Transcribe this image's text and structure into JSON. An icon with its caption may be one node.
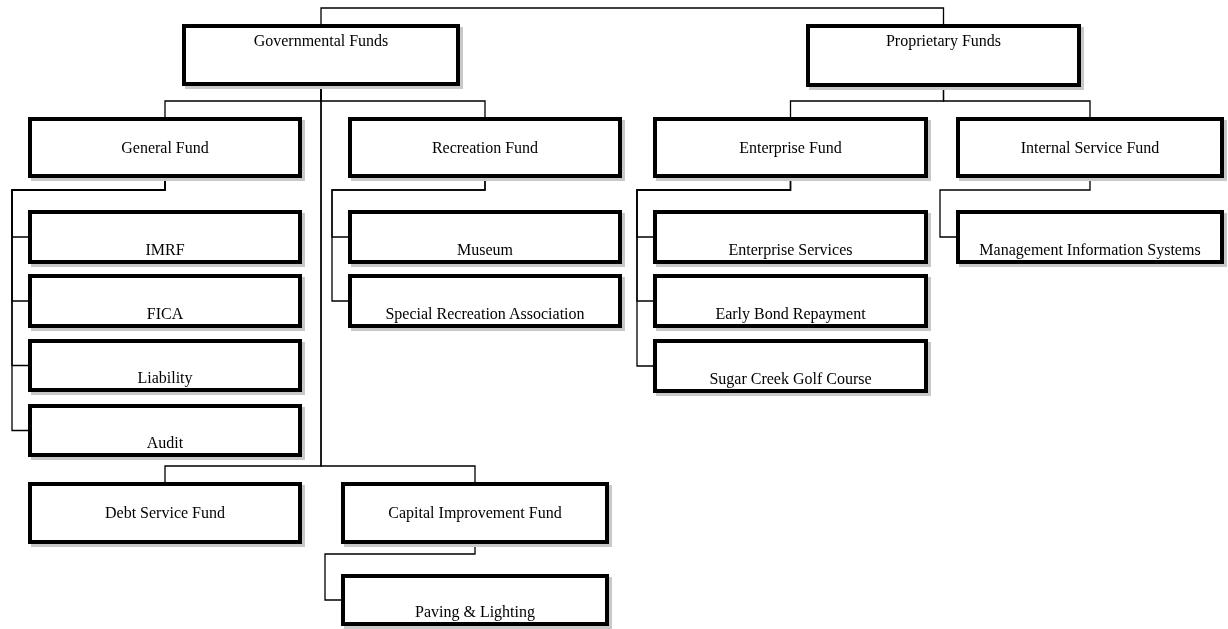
{
  "diagram": {
    "nodes": [
      {
        "text": [
          "Governmental Funds"
        ]
      },
      {
        "text": [
          "Proprietary Funds"
        ]
      },
      {
        "text": [
          "General Fund"
        ]
      },
      {
        "text": [
          "Recreation Fund"
        ]
      },
      {
        "text": [
          "Enterprise Fund"
        ]
      },
      {
        "text": [
          "Internal Service Fund"
        ]
      },
      {
        "text": [
          "IMRF"
        ]
      },
      {
        "text": [
          "FICA"
        ]
      },
      {
        "text": [
          "Liability"
        ]
      },
      {
        "text": [
          "Audit"
        ]
      },
      {
        "text": [
          "Museum"
        ]
      },
      {
        "text": [
          "Special Recreation Association"
        ]
      },
      {
        "text": [
          "Enterprise Services"
        ]
      },
      {
        "text": [
          "Early Bond Repayment"
        ]
      },
      {
        "text": [
          "Sugar Creek Golf Course"
        ]
      },
      {
        "text": [
          "Management Information Systems"
        ]
      },
      {
        "text": [
          "Debt Service Fund"
        ]
      },
      {
        "text": [
          "Capital Improvement Fund"
        ]
      },
      {
        "text": [
          "Paving & Lighting"
        ]
      }
    ],
    "edges": [
      {
        "from": 0,
        "to": 1,
        "arrow": "none"
      },
      {
        "from": 0,
        "to": 2,
        "arrow": "none"
      },
      {
        "from": 0,
        "to": 3,
        "arrow": "none"
      },
      {
        "from": 0,
        "to": 16,
        "arrow": "none"
      },
      {
        "from": 0,
        "to": 17,
        "arrow": "none"
      },
      {
        "from": 1,
        "to": 4,
        "arrow": "none"
      },
      {
        "from": 1,
        "to": 5,
        "arrow": "none"
      },
      {
        "from": 2,
        "to": 6,
        "arrow": "none"
      },
      {
        "from": 2,
        "to": 7,
        "arrow": "none"
      },
      {
        "from": 2,
        "to": 8,
        "arrow": "none"
      },
      {
        "from": 2,
        "to": 9,
        "arrow": "none"
      },
      {
        "from": 3,
        "to": 10,
        "arrow": "none"
      },
      {
        "from": 3,
        "to": 11,
        "arrow": "none"
      },
      {
        "from": 4,
        "to": 12,
        "arrow": "none"
      },
      {
        "from": 4,
        "to": 13,
        "arrow": "none"
      },
      {
        "from": 4,
        "to": 14,
        "arrow": "none"
      },
      {
        "from": 5,
        "to": 15,
        "arrow": "none"
      },
      {
        "from": 17,
        "to": 18,
        "arrow": "none"
      }
    ]
  }
}
